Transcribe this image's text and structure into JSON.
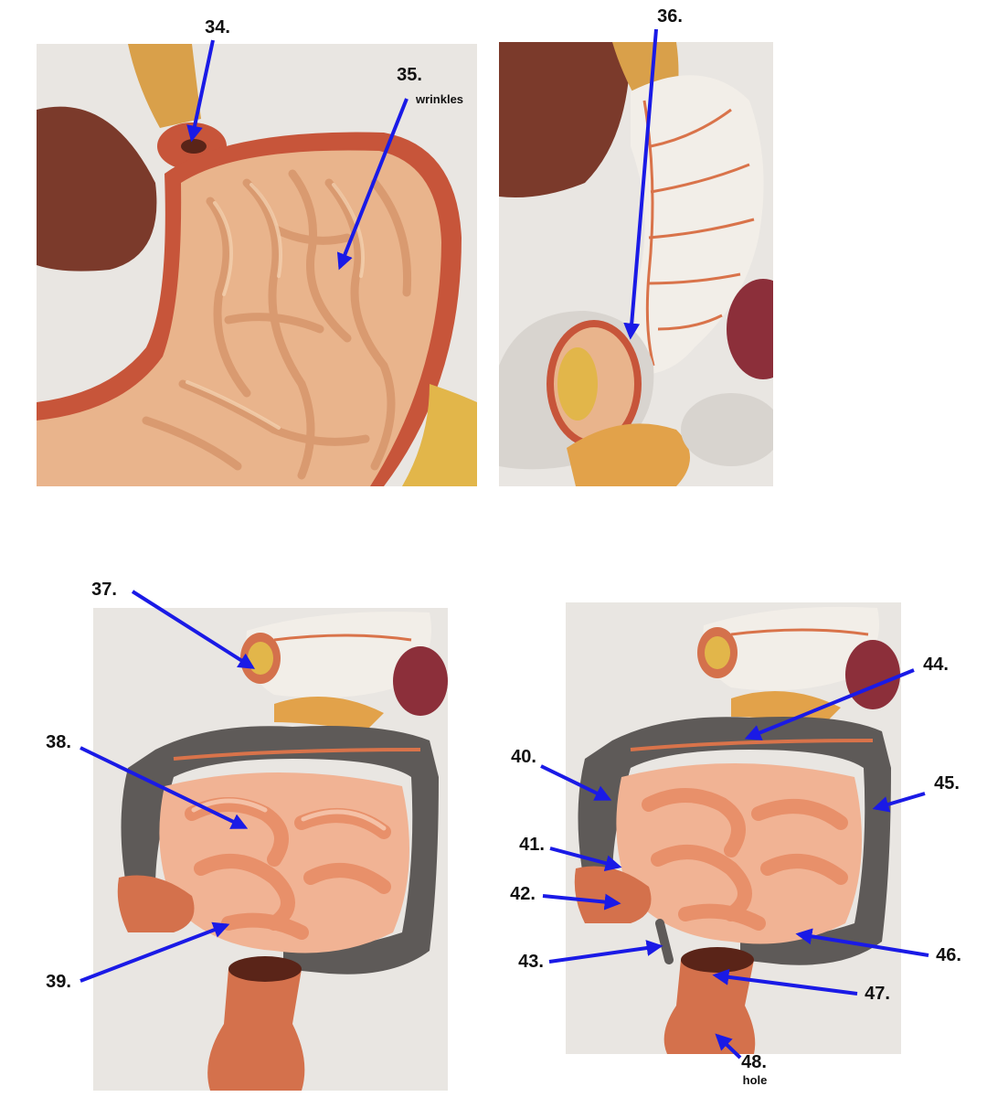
{
  "colors": {
    "arrow": "#1a1ae6",
    "background": "#ffffff",
    "photo_bg": "#e9e6e2",
    "stomach_inner": "#e9b48c",
    "rugae": "#d99a70",
    "muscle_layer": "#c7553a",
    "esophagus": "#d9a04a",
    "liver": "#7b3a2b",
    "stomach_outer": "#f2eee8",
    "vessels": "#d9734a",
    "small_intestine": "#e8906a",
    "small_intestine_light": "#f1b394",
    "large_intestine": "#5e5a58",
    "rectum": "#d4714c",
    "spleen": "#8c2f3a",
    "pancreas": "#e2a24a"
  },
  "panels": [
    {
      "name": "stomach-interior-photo",
      "subject": "opened stomach model"
    },
    {
      "name": "stomach-exterior-photo",
      "subject": "stomach and pylorus model"
    },
    {
      "name": "abdomen-photo-left",
      "subject": "intestines model"
    },
    {
      "name": "abdomen-photo-right",
      "subject": "intestines model"
    }
  ],
  "labels": [
    {
      "id": "34",
      "number": "34.",
      "note": ""
    },
    {
      "id": "35",
      "number": "35.",
      "note": "wrinkles"
    },
    {
      "id": "36",
      "number": "36.",
      "note": ""
    },
    {
      "id": "37",
      "number": "37.",
      "note": ""
    },
    {
      "id": "38",
      "number": "38.",
      "note": ""
    },
    {
      "id": "39",
      "number": "39.",
      "note": ""
    },
    {
      "id": "40",
      "number": "40.",
      "note": ""
    },
    {
      "id": "41",
      "number": "41.",
      "note": ""
    },
    {
      "id": "42",
      "number": "42.",
      "note": ""
    },
    {
      "id": "43",
      "number": "43.",
      "note": ""
    },
    {
      "id": "44",
      "number": "44.",
      "note": ""
    },
    {
      "id": "45",
      "number": "45.",
      "note": ""
    },
    {
      "id": "46",
      "number": "46.",
      "note": ""
    },
    {
      "id": "47",
      "number": "47.",
      "note": ""
    },
    {
      "id": "48",
      "number": "48.",
      "note": "hole"
    }
  ]
}
